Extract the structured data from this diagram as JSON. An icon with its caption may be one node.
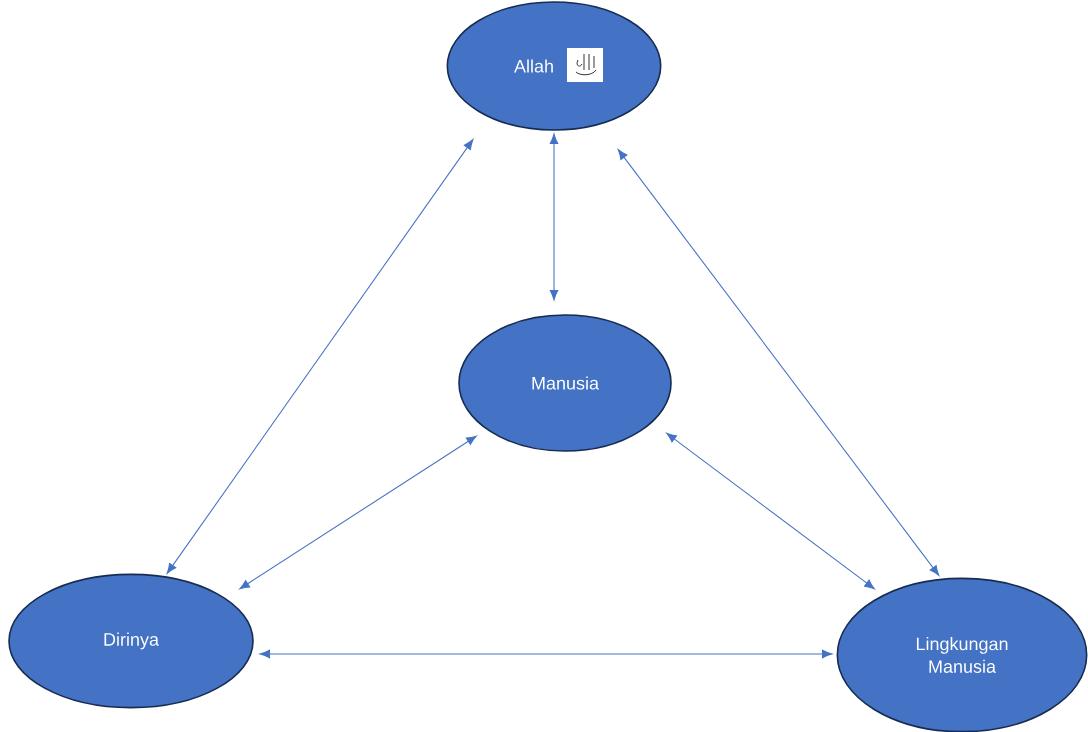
{
  "diagram": {
    "nodes": [
      {
        "text": [
          "Allah"
        ]
      },
      {
        "text": [
          "Manusia"
        ]
      },
      {
        "text": [
          "Dirinya"
        ]
      },
      {
        "text": [
          "Lingkungan Manusia"
        ]
      }
    ],
    "edges": [
      {
        "from": 0,
        "to": 2,
        "arrow": "both"
      },
      {
        "from": 0,
        "to": 1,
        "arrow": "both"
      },
      {
        "from": 0,
        "to": 3,
        "arrow": "both"
      },
      {
        "from": 1,
        "to": 2,
        "arrow": "both"
      },
      {
        "from": 1,
        "to": 3,
        "arrow": "both"
      },
      {
        "from": 2,
        "to": 3,
        "arrow": "both"
      }
    ]
  }
}
